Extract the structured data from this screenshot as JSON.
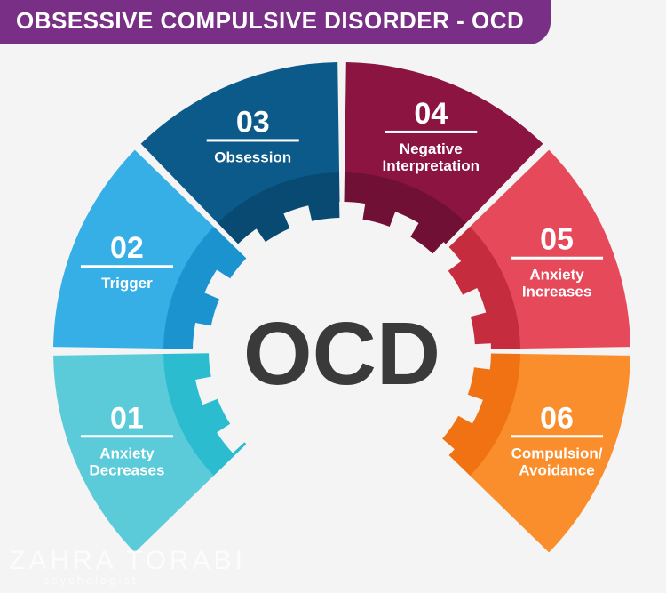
{
  "header": {
    "title": "OBSESSIVE COMPULSIVE DISORDER - OCD"
  },
  "center": {
    "label": "OCD"
  },
  "segments": [
    {
      "number": "01",
      "label_lines": [
        "Anxiety",
        "Decreases"
      ],
      "color": "#5bcbd9",
      "dark": "#2bbcd0"
    },
    {
      "number": "02",
      "label_lines": [
        "Trigger"
      ],
      "color": "#36aee6",
      "dark": "#1a93cf"
    },
    {
      "number": "03",
      "label_lines": [
        "Obsession"
      ],
      "color": "#0b5a8a",
      "dark": "#094a72"
    },
    {
      "number": "04",
      "label_lines": [
        "Negative",
        "Interpretation"
      ],
      "color": "#8b1440",
      "dark": "#701034"
    },
    {
      "number": "05",
      "label_lines": [
        "Anxiety",
        "Increases"
      ],
      "color": "#e64a5a",
      "dark": "#c52d3e"
    },
    {
      "number": "06",
      "label_lines": [
        "Compulsion/",
        "Avoidance"
      ],
      "color": "#fb8e2c",
      "dark": "#f07212"
    }
  ],
  "watermark": {
    "name": "ZAHRA TORABI",
    "subtitle": "psychologist"
  },
  "colors": {
    "banner": "#7a2f86",
    "center_text": "#3a3a3a",
    "background": "#f4f4f4"
  }
}
